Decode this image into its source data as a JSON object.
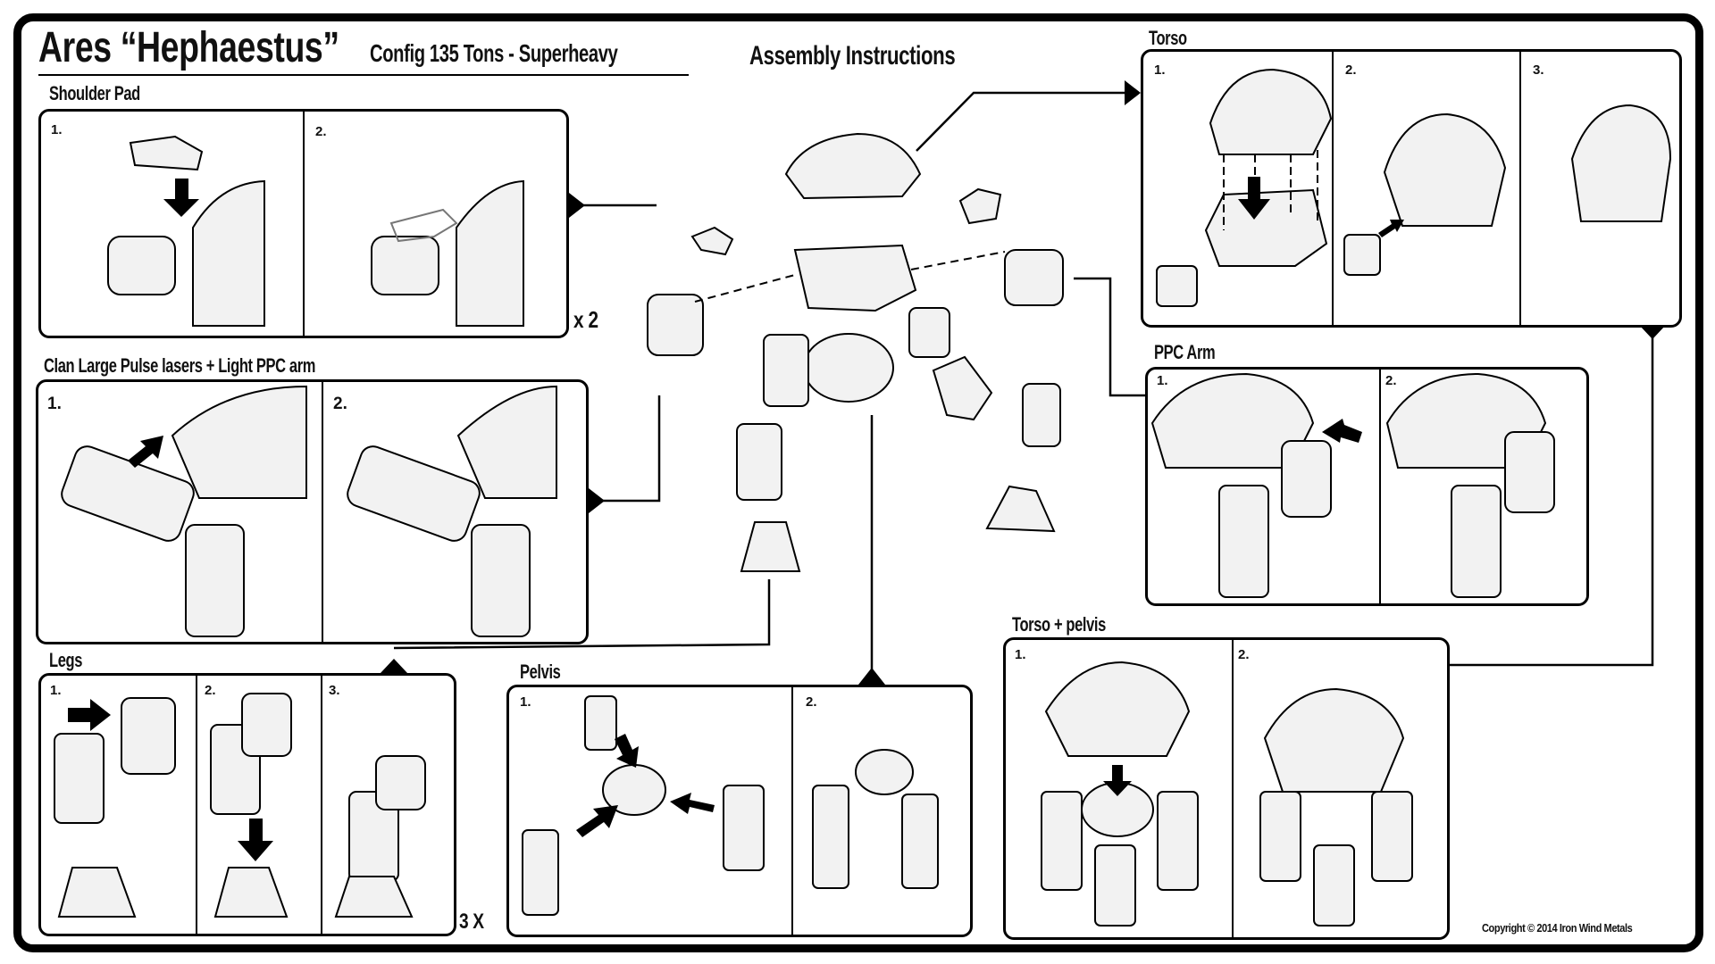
{
  "header": {
    "title": "Ares “Hephaestus”",
    "subtitle": "Config 135 Tons - Superheavy",
    "assembly_title": "Assembly Instructions"
  },
  "sections": {
    "shoulder_pad": {
      "label": "Shoulder Pad",
      "steps": [
        "1.",
        "2."
      ],
      "multiplier": "x 2"
    },
    "arm": {
      "label": "Clan Large Pulse lasers + Light PPC arm",
      "steps": [
        "1.",
        "2."
      ]
    },
    "legs": {
      "label": "Legs",
      "steps": [
        "1.",
        "2.",
        "3."
      ],
      "multiplier": "3 X"
    },
    "pelvis": {
      "label": "Pelvis",
      "steps": [
        "1.",
        "2."
      ]
    },
    "torso_pelvis": {
      "label": "Torso + pelvis",
      "steps": [
        "1.",
        "2."
      ]
    },
    "torso": {
      "label": "Torso",
      "steps": [
        "1.",
        "2.",
        "3."
      ]
    },
    "ppc_arm": {
      "label": "PPC Arm",
      "steps": [
        "1.",
        "2."
      ]
    }
  },
  "footer": {
    "copyright": "Copyright © 2014 Iron Wind Metals"
  },
  "colors": {
    "ink": "#000000",
    "paper": "#ffffff",
    "part_fill": "#eeeeee"
  }
}
